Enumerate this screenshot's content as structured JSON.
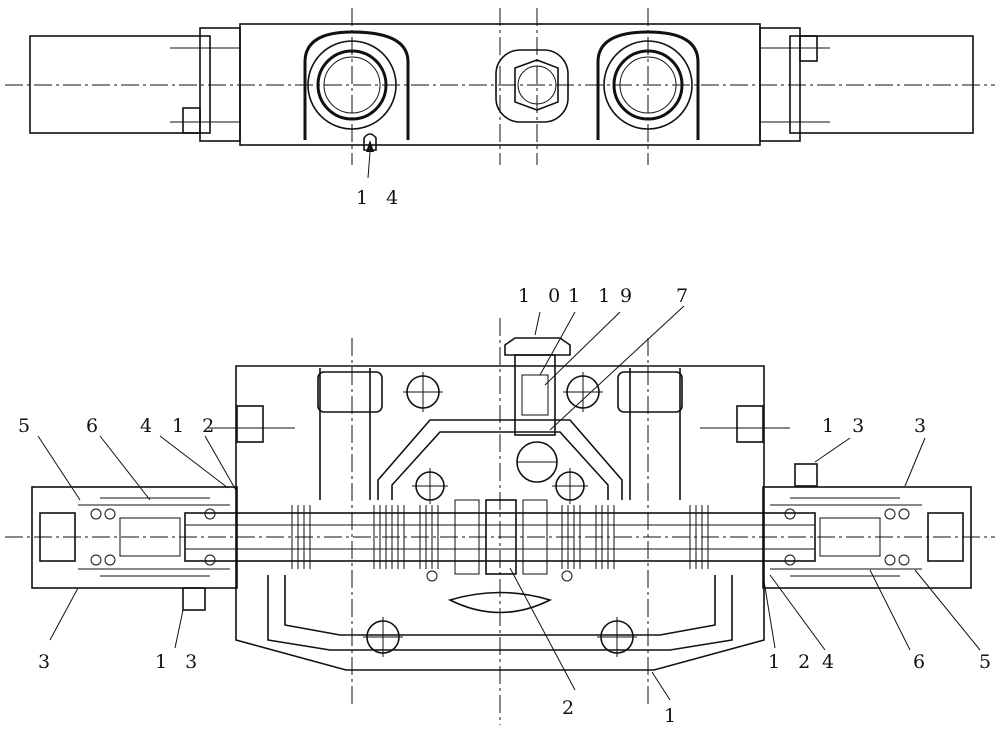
{
  "callouts": {
    "c14": "1 4",
    "c10": "1 0",
    "c11": "1 1",
    "c9": "9",
    "c7": "7",
    "c5_left": "5",
    "c6_left": "6",
    "c4_left": "4",
    "c12_left": "1 2",
    "c13_right_top": "1 3",
    "c3_right_top": "3",
    "c3_left_bottom": "3",
    "c13_left_bottom": "1 3",
    "c12_right_bottom": "1 2",
    "c4_right_bottom": "4",
    "c6_right_bottom": "6",
    "c5_right_bottom": "5",
    "c2": "2",
    "c1": "1"
  }
}
